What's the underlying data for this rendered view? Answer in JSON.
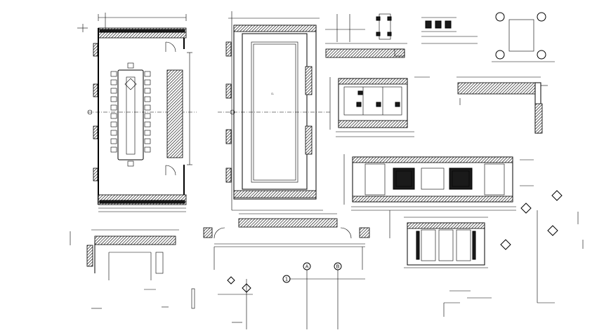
{
  "drawing": {
    "grid_bubbles": [
      "1",
      "A",
      "B"
    ]
  }
}
